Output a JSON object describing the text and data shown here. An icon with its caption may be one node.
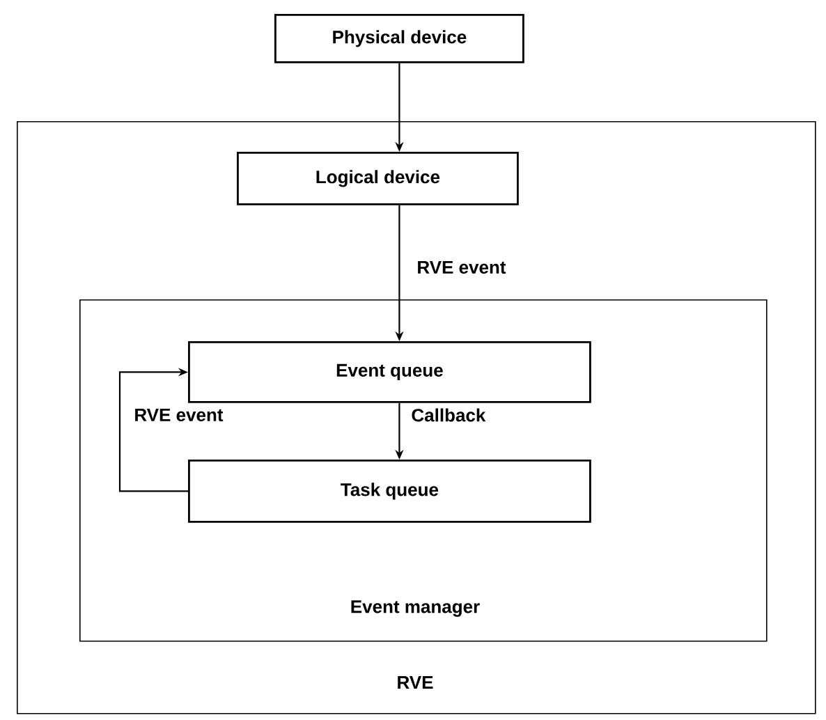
{
  "diagram": {
    "nodes": [
      {
        "text": [
          "Physical device"
        ]
      },
      {
        "text": [
          "RVE"
        ]
      },
      {
        "text": [
          "Logical device"
        ],
        "in": 1
      },
      {
        "text": [
          "Event manager"
        ],
        "in": 1
      },
      {
        "text": [
          "Event queue"
        ],
        "in": 3
      },
      {
        "text": [
          "Task queue"
        ],
        "in": 3
      }
    ],
    "edges": [
      {
        "from": 0,
        "to": 2,
        "arrow": "to"
      },
      {
        "from": 2,
        "to": 4,
        "arrow": "to",
        "label": "RVE event"
      },
      {
        "from": 4,
        "to": 5,
        "arrow": "to",
        "label": "Callback"
      },
      {
        "from": 5,
        "to": 4,
        "arrow": "to",
        "label": "RVE event"
      }
    ]
  }
}
